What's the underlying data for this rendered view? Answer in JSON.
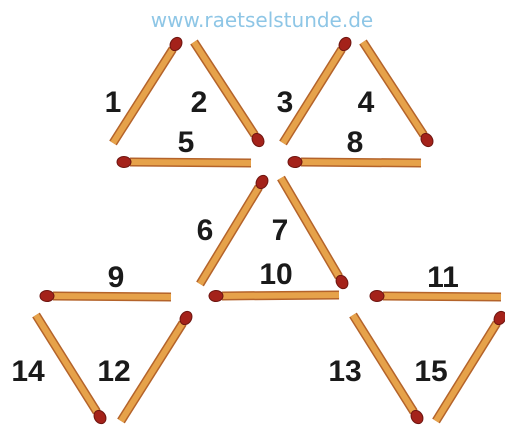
{
  "site_watermark": "www.raetselstunde.de",
  "colors": {
    "stick": "#e6a24a",
    "stick_edge": "#b4632a",
    "head": "#a4221a",
    "head_dark": "#6e1510",
    "watermark": "#8ec6e6",
    "label": "#1a1a1a"
  },
  "matchsticks": [
    {
      "id": "1",
      "label": "1"
    },
    {
      "id": "2",
      "label": "2"
    },
    {
      "id": "3",
      "label": "3"
    },
    {
      "id": "4",
      "label": "4"
    },
    {
      "id": "5",
      "label": "5"
    },
    {
      "id": "6",
      "label": "6"
    },
    {
      "id": "7",
      "label": "7"
    },
    {
      "id": "8",
      "label": "8"
    },
    {
      "id": "9",
      "label": "9"
    },
    {
      "id": "10",
      "label": "10"
    },
    {
      "id": "11",
      "label": "11"
    },
    {
      "id": "12",
      "label": "12"
    },
    {
      "id": "13",
      "label": "13"
    },
    {
      "id": "14",
      "label": "14"
    },
    {
      "id": "15",
      "label": "15"
    }
  ]
}
